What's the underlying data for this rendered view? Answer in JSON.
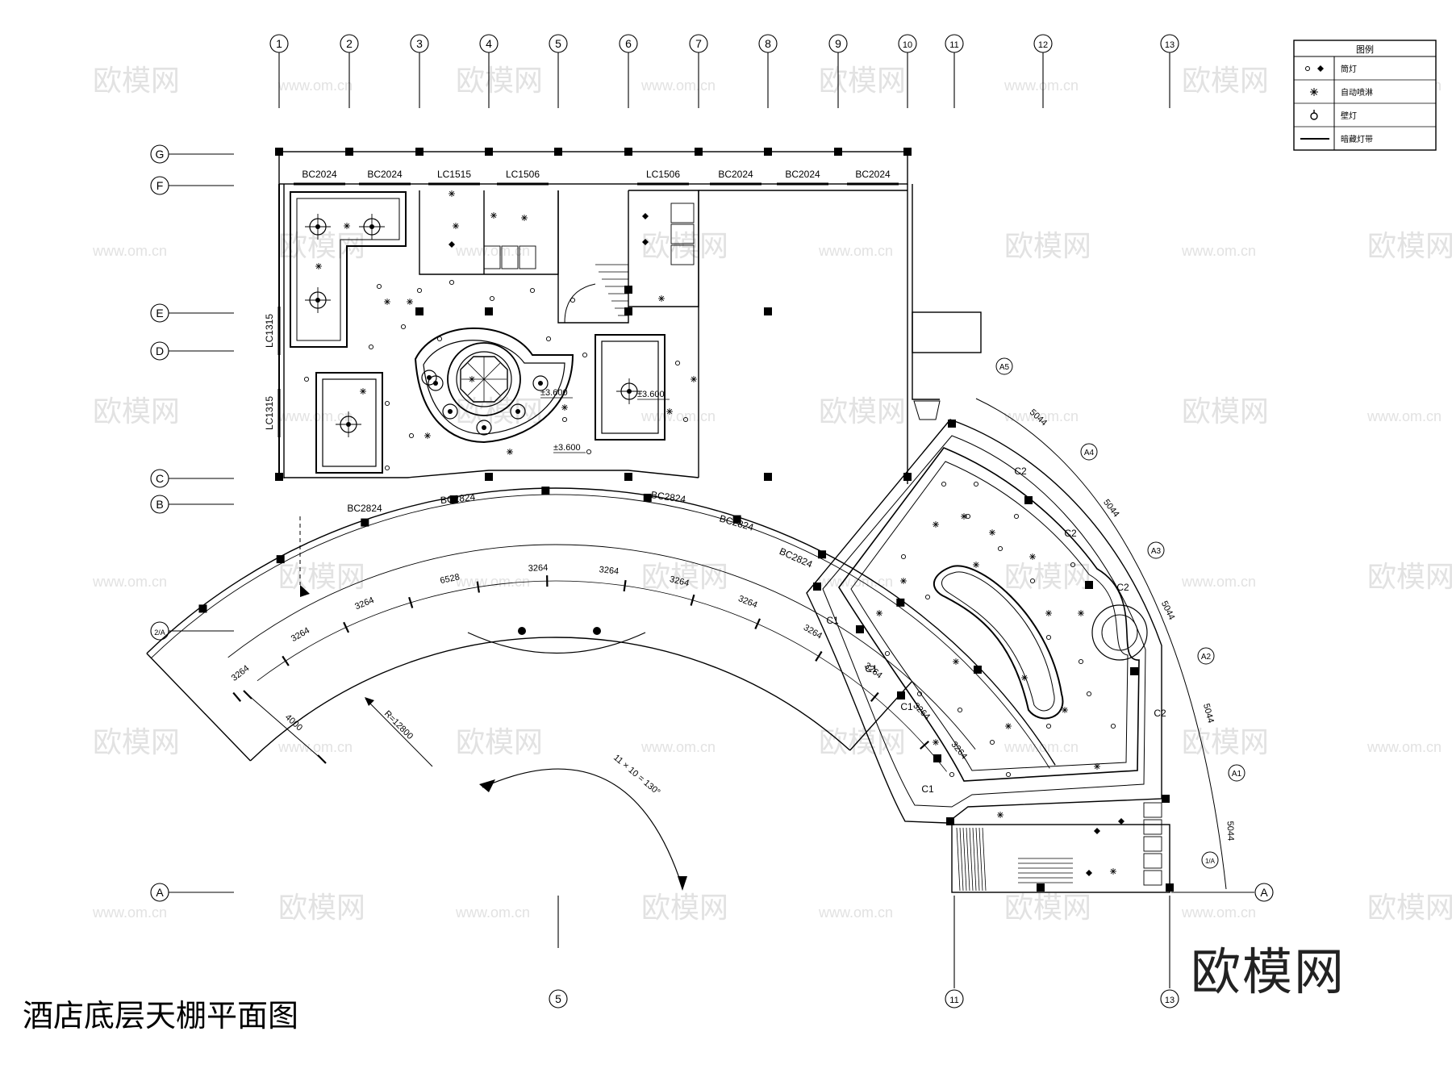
{
  "title": "酒店底层天棚平面图",
  "brand": "欧模网",
  "watermark": {
    "logo": "欧模网",
    "url": "www.om.cn"
  },
  "legend": {
    "header": "图例",
    "items": [
      {
        "symbol": "dots",
        "label": "筒灯"
      },
      {
        "symbol": "star",
        "label": "自动喷淋"
      },
      {
        "symbol": "wall",
        "label": "壁灯"
      },
      {
        "symbol": "line",
        "label": "暗藏灯带"
      }
    ]
  },
  "axes": {
    "top": [
      "1",
      "2",
      "3",
      "4",
      "5",
      "6",
      "7",
      "8",
      "9",
      "10",
      "11",
      "12",
      "13"
    ],
    "left": [
      "G",
      "F",
      "E",
      "D",
      "C",
      "B",
      "2/A",
      "A"
    ],
    "curve": [
      "A5",
      "A4",
      "A3",
      "A2",
      "A1",
      "1/A"
    ],
    "bottom": [
      "5",
      "11",
      "13"
    ],
    "right": "A"
  },
  "windows": {
    "top": [
      "BC2024",
      "BC2024",
      "LC1515",
      "LC1506",
      "LC1506",
      "BC2024",
      "BC2024",
      "BC2024"
    ],
    "left": [
      "LC1315",
      "LC1315"
    ],
    "south": [
      "BC2824",
      "BC2824",
      "BC2824",
      "BC2824",
      "BC2824"
    ],
    "east_c2": [
      "C2",
      "C2",
      "C2",
      "C2"
    ],
    "east_c1": [
      "C1",
      "C1",
      "C1",
      "C1"
    ]
  },
  "levels": [
    "±3.600",
    "±3.600",
    "±3.600"
  ],
  "dims": {
    "arc_segments": [
      "3264",
      "3264",
      "3264",
      "6528",
      "3264",
      "3264",
      "3264",
      "3264",
      "3264",
      "3264",
      "3264",
      "3264"
    ],
    "radial_width": "4000",
    "radius": "R=12800",
    "sweep": "11 × 10 = 130°",
    "curve_segments": [
      "5044",
      "5044",
      "5044",
      "5044",
      "5044"
    ]
  }
}
